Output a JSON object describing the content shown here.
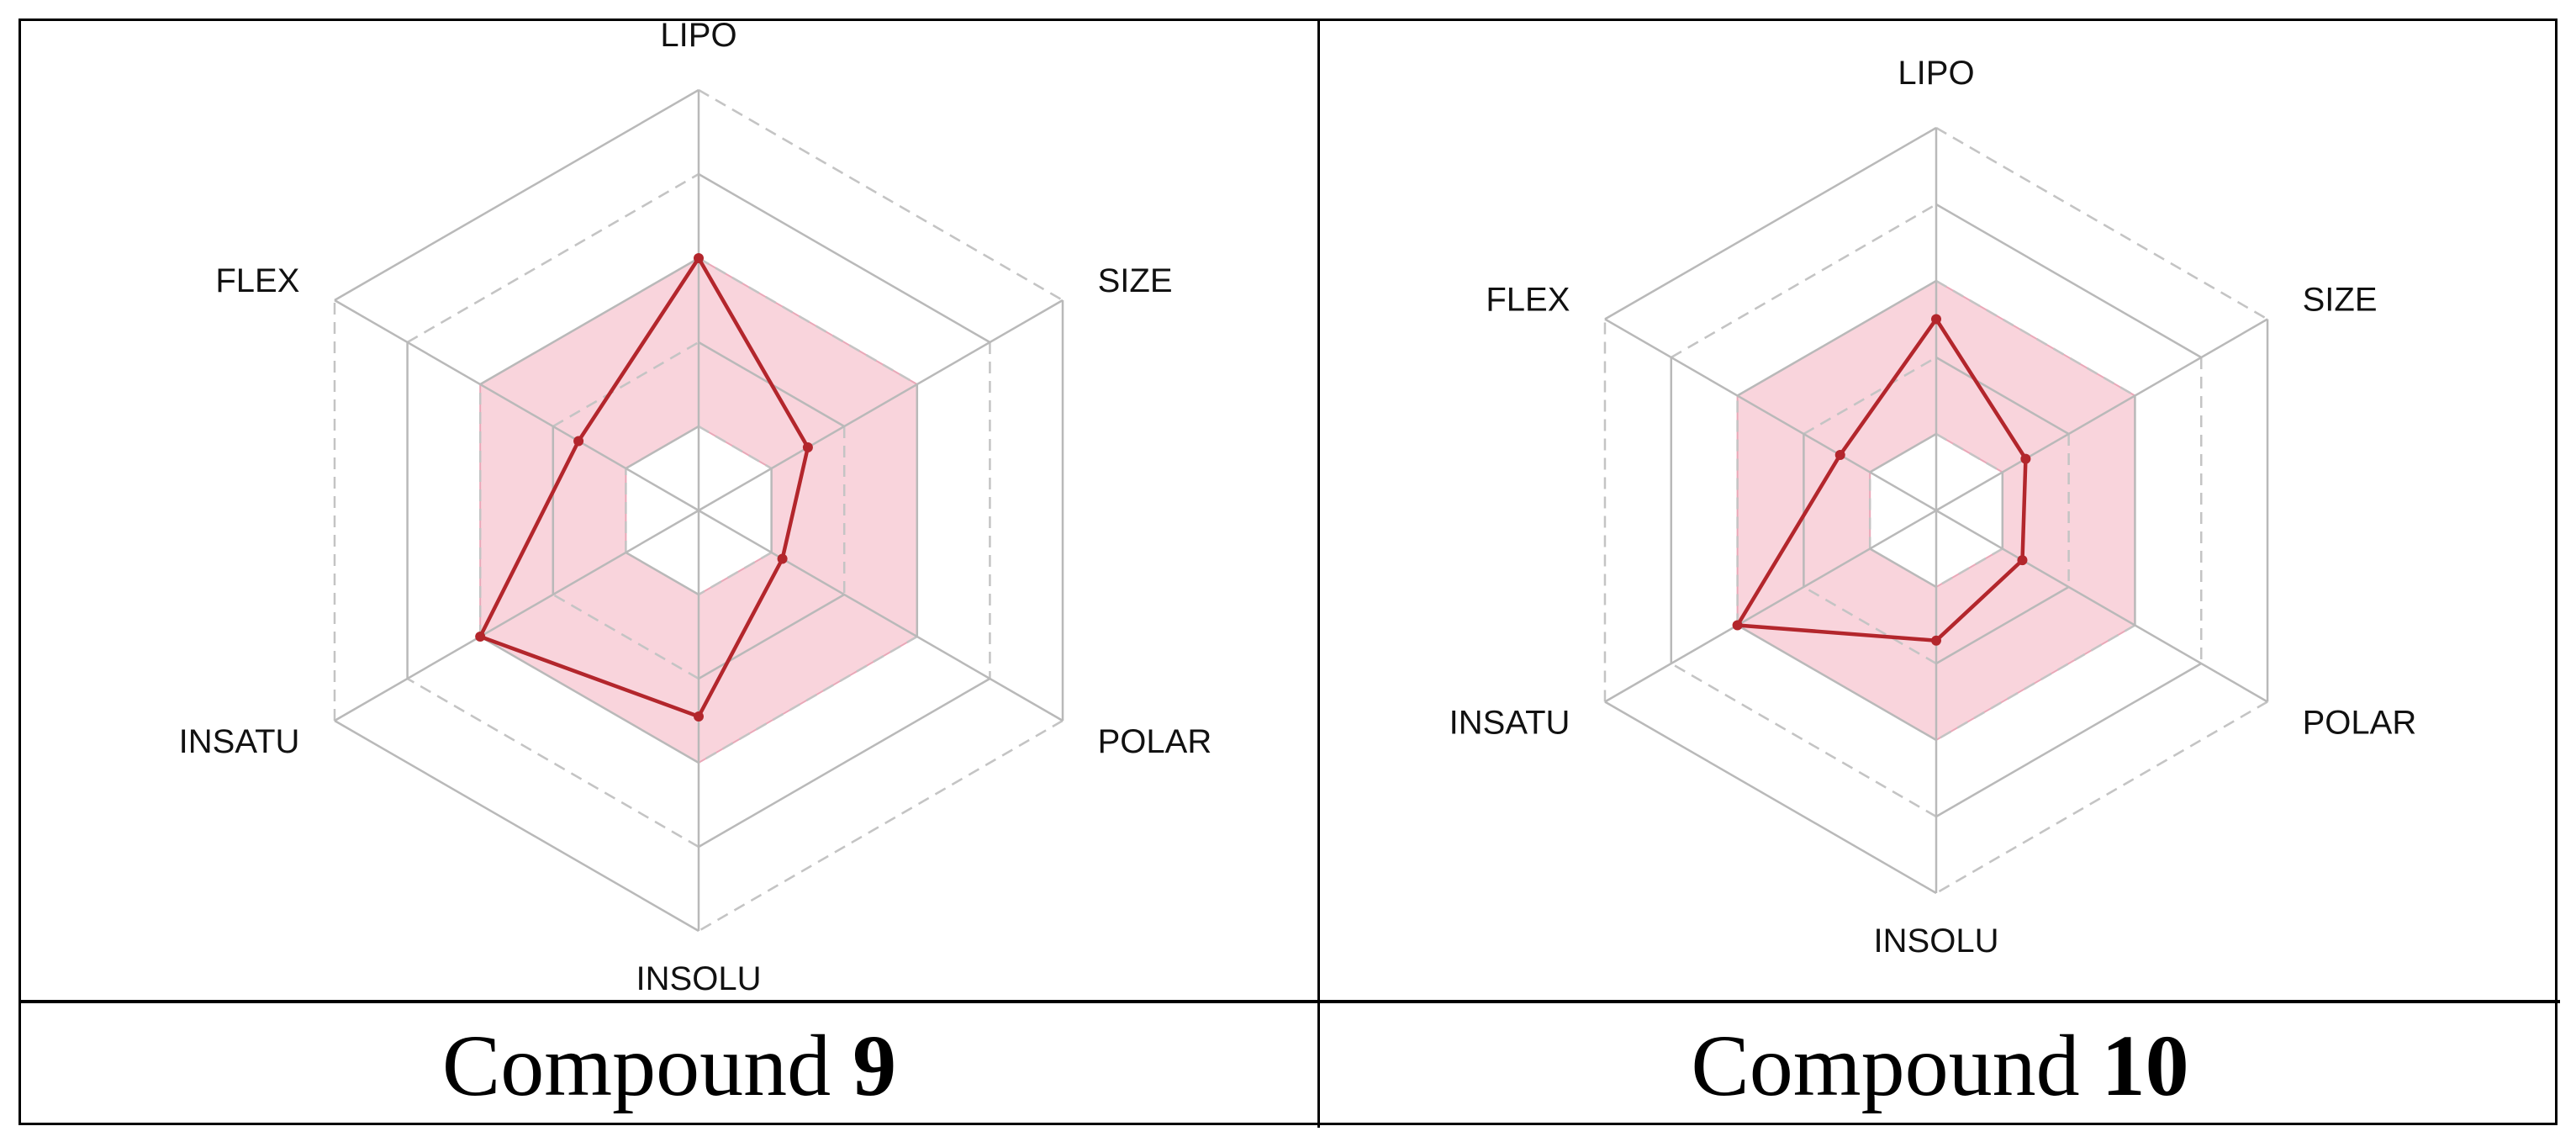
{
  "colors": {
    "grid_line": "#b9b9b9",
    "grid_dash": "#c4c4c4",
    "range_fill": "#f9d4dc",
    "range_stroke": "#e9a8b8",
    "profile_line": "#b3262c"
  },
  "chart_data": [
    {
      "type": "radar",
      "caption": {
        "text": "Compound ",
        "number": "9"
      },
      "axes": [
        "LIPO",
        "SIZE",
        "POLAR",
        "INSOLU",
        "INSATU",
        "FLEX"
      ],
      "rings": 5,
      "max": 5,
      "range": {
        "inner": 1.0,
        "outer": 3.0
      },
      "values": [
        3.0,
        1.5,
        1.15,
        2.45,
        3.0,
        1.65
      ],
      "grid": true
    },
    {
      "type": "radar",
      "caption": {
        "text": "Compound ",
        "number": "10"
      },
      "axes": [
        "LIPO",
        "SIZE",
        "POLAR",
        "INSOLU",
        "INSATU",
        "FLEX"
      ],
      "rings": 5,
      "max": 5,
      "range": {
        "inner": 1.0,
        "outer": 3.0
      },
      "values": [
        2.5,
        1.35,
        1.3,
        1.7,
        3.0,
        1.45
      ],
      "grid": true
    }
  ]
}
